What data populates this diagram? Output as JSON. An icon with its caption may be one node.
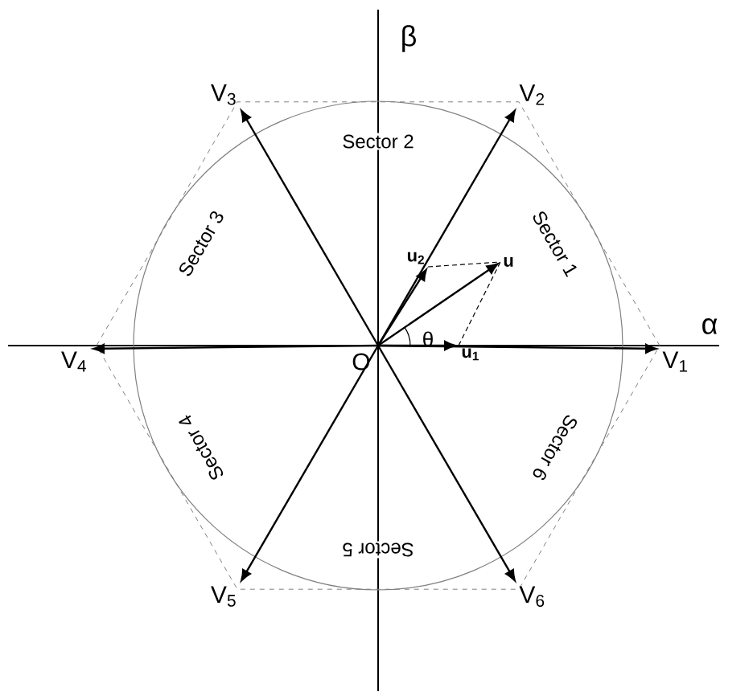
{
  "diagram": {
    "nodes": [
      {
        "text": [
          "O"
        ]
      },
      {
        "text": [
          "V$_{1}$"
        ]
      },
      {
        "text": [
          "V$_{2}$"
        ]
      },
      {
        "text": [
          "V$_{3}$"
        ]
      },
      {
        "text": [
          "V$_{4}$"
        ]
      },
      {
        "text": [
          "V$_{5}$"
        ]
      },
      {
        "text": [
          "V$_{6}$"
        ]
      },
      {
        "text": [
          "u"
        ]
      },
      {
        "text": [
          "u$_{1}$"
        ]
      },
      {
        "text": [
          "u$_{2}$"
        ]
      }
    ],
    "edges": [
      {
        "from": 0,
        "to": 1,
        "arrow": "to"
      },
      {
        "from": 0,
        "to": 2,
        "arrow": "to"
      },
      {
        "from": 0,
        "to": 3,
        "arrow": "to"
      },
      {
        "from": 0,
        "to": 4,
        "arrow": "to"
      },
      {
        "from": 0,
        "to": 5,
        "arrow": "to"
      },
      {
        "from": 0,
        "to": 6,
        "arrow": "to"
      },
      {
        "from": 0,
        "to": 7,
        "arrow": "to"
      },
      {
        "from": 0,
        "to": 8,
        "arrow": "to"
      },
      {
        "from": 0,
        "to": 9,
        "arrow": "to"
      },
      {
        "from": 9,
        "to": 7,
        "arrow": "none",
        "style": "dashed"
      },
      {
        "from": 8,
        "to": 7,
        "arrow": "none",
        "style": "dashed"
      }
    ],
    "labels": [
      "β",
      "α",
      "θ",
      "Sector 1",
      "Sector 2",
      "Sector 3",
      "Sector 4",
      "Sector 5",
      "Sector 6"
    ]
  }
}
